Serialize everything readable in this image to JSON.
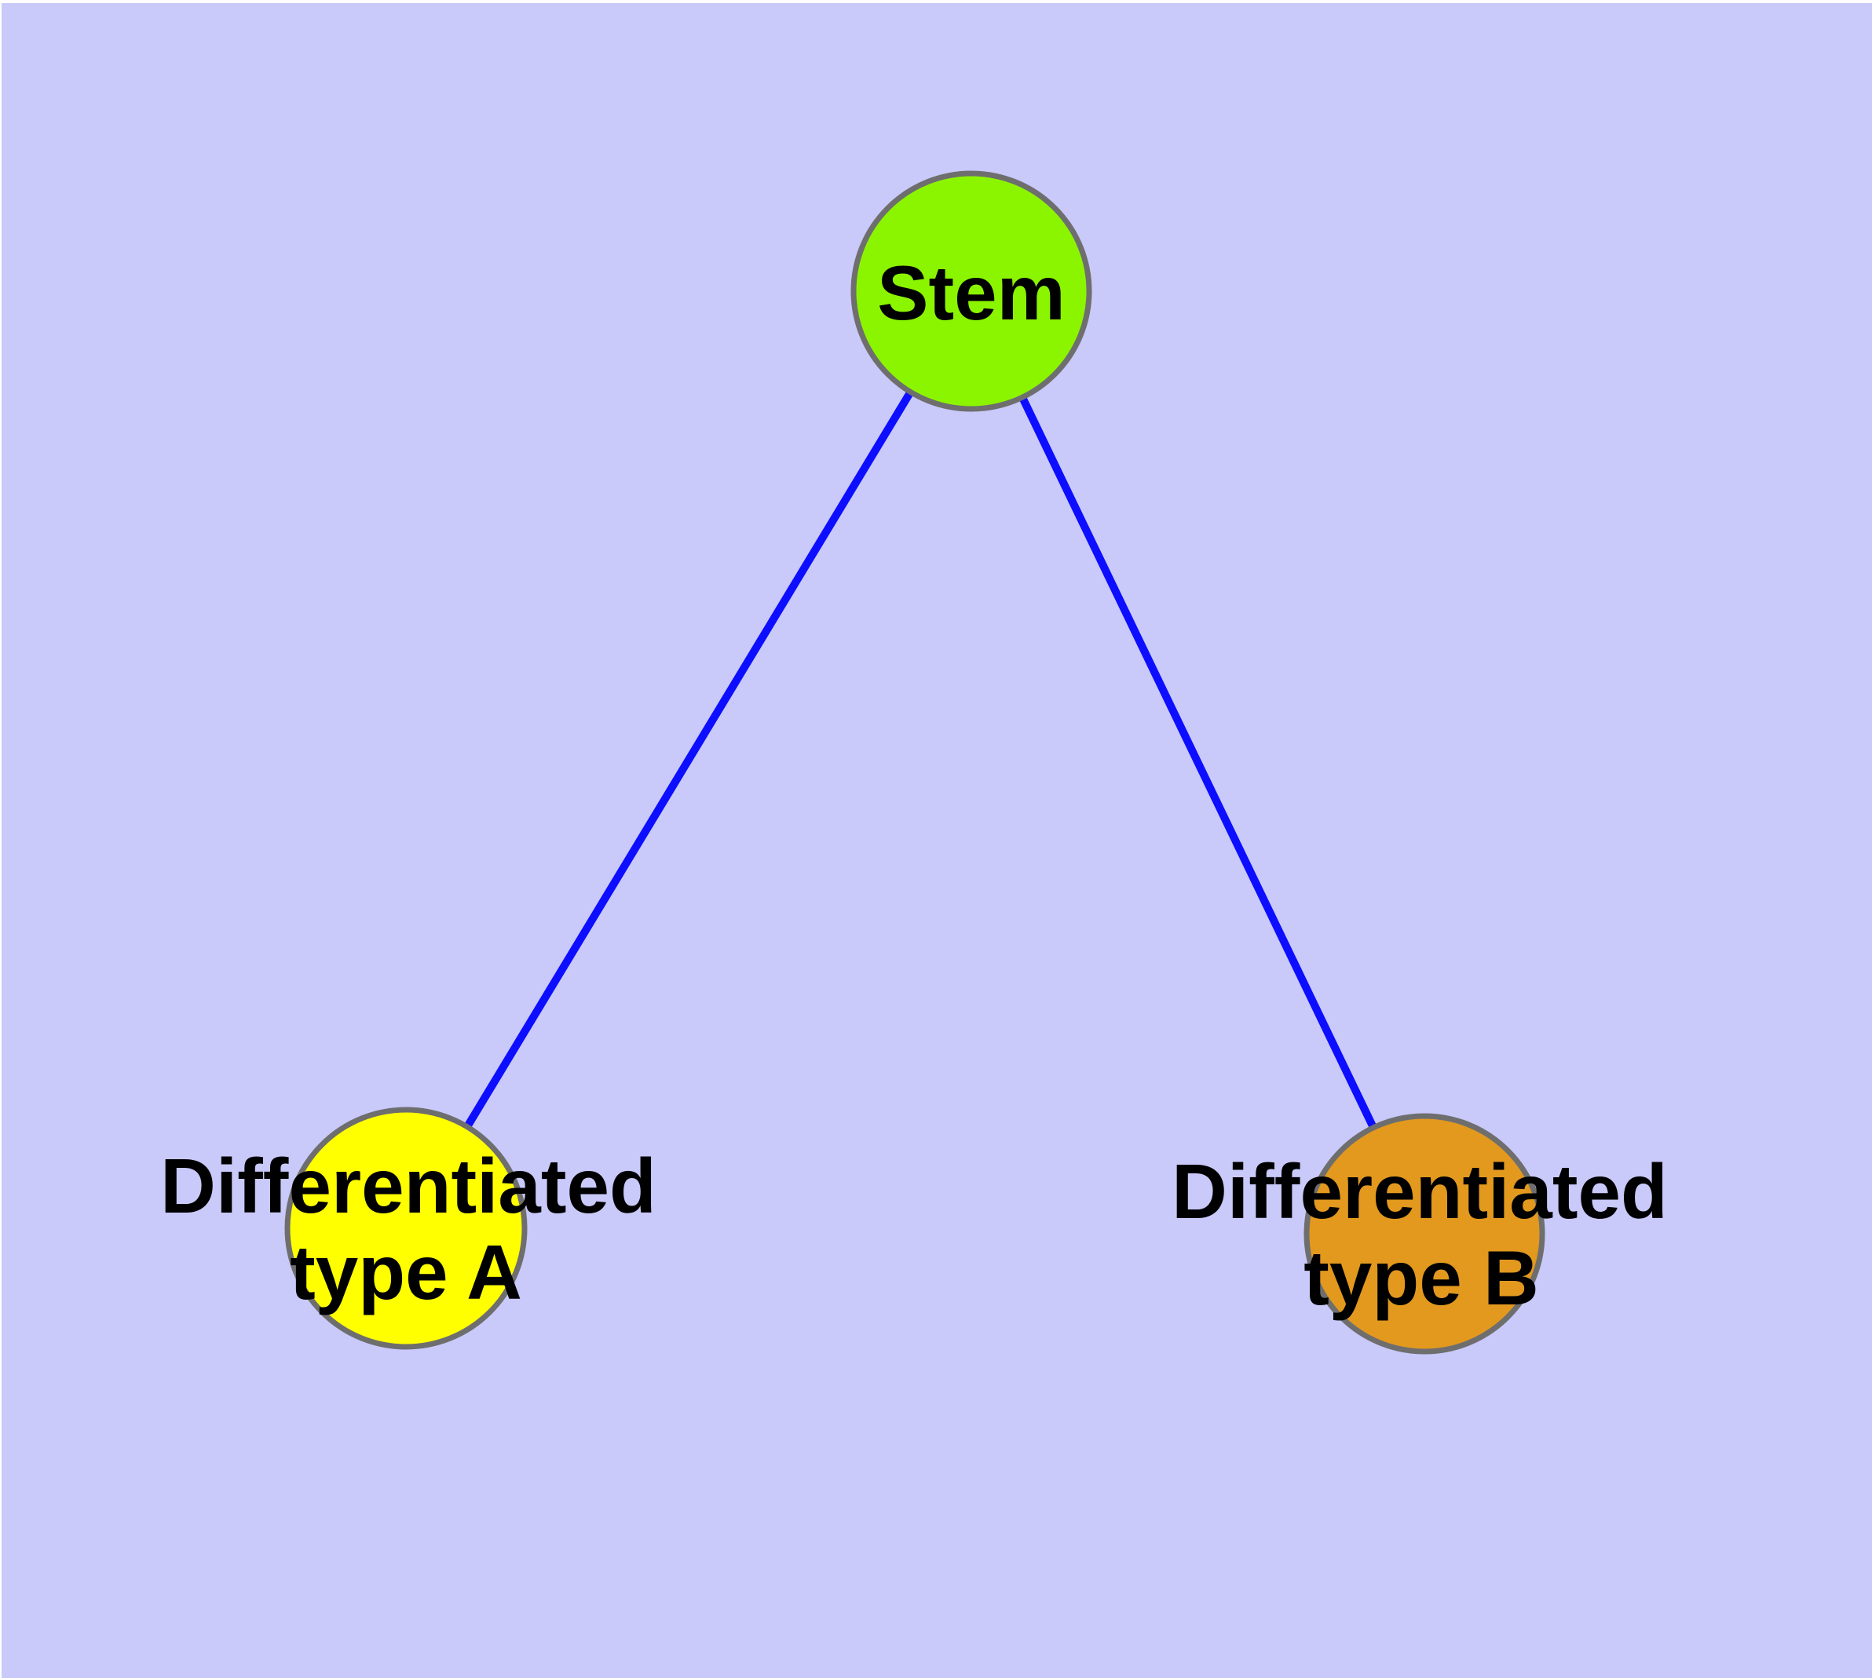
{
  "diagram": {
    "background_color": "#c9c9fa",
    "margin_color": "#ffffff",
    "edge_color": "#0d0dff",
    "node_border_color": "#6e6e6e",
    "label_color": "#000000",
    "nodes": [
      {
        "id": "stem",
        "label": "Stem",
        "lines": [
          "Stem"
        ],
        "fill": "#8bf500"
      },
      {
        "id": "differentiated-type-a",
        "label": "Differentiated type A",
        "lines": [
          "Differentiated",
          "type A"
        ],
        "fill": "#ffff00"
      },
      {
        "id": "differentiated-type-b",
        "label": "Differentiated type B",
        "lines": [
          "Differentiated",
          "type B"
        ],
        "fill": "#e2991e"
      }
    ],
    "edges": [
      {
        "from": "Stem",
        "to": "Differentiated type A"
      },
      {
        "from": "Stem",
        "to": "Differentiated type B"
      }
    ]
  }
}
